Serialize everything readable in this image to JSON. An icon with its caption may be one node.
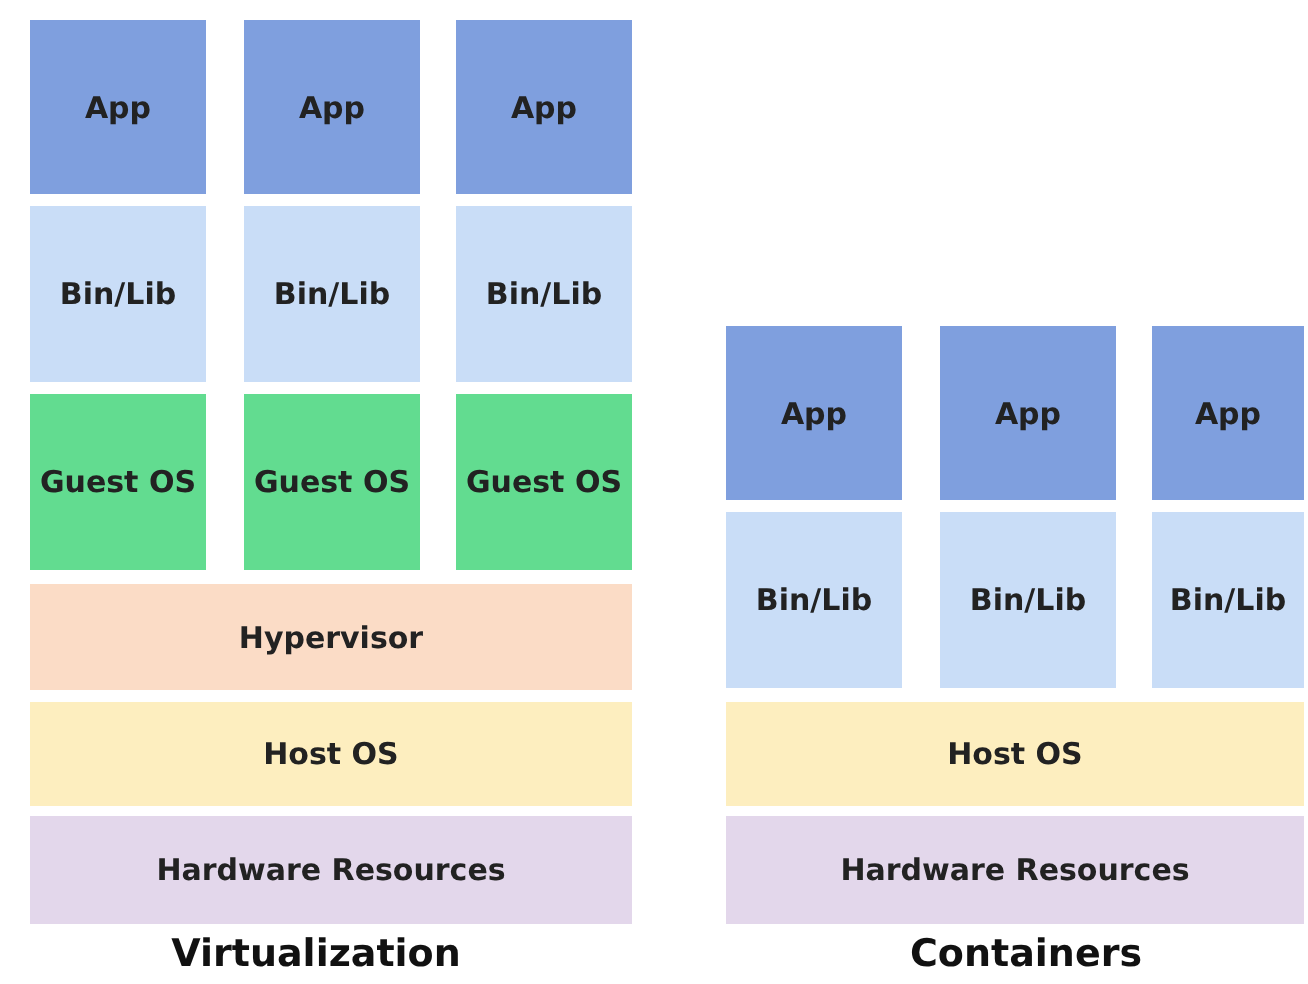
{
  "diagram": {
    "nodes": [
      {
        "text": [
          "App"
        ]
      },
      {
        "text": [
          "App"
        ]
      },
      {
        "text": [
          "App"
        ]
      },
      {
        "text": [
          "Bin/Lib"
        ]
      },
      {
        "text": [
          "Bin/Lib"
        ]
      },
      {
        "text": [
          "Bin/Lib"
        ]
      },
      {
        "text": [
          "Guest OS"
        ]
      },
      {
        "text": [
          "Guest OS"
        ]
      },
      {
        "text": [
          "Guest OS"
        ]
      },
      {
        "text": [
          "Hypervisor"
        ]
      },
      {
        "text": [
          "Host OS"
        ]
      },
      {
        "text": [
          "Hardware Resources"
        ]
      },
      {
        "text": [
          "App"
        ]
      },
      {
        "text": [
          "App"
        ]
      },
      {
        "text": [
          "App"
        ]
      },
      {
        "text": [
          "Bin/Lib"
        ]
      },
      {
        "text": [
          "Bin/Lib"
        ]
      },
      {
        "text": [
          "Bin/Lib"
        ]
      },
      {
        "text": [
          "Host OS"
        ]
      },
      {
        "text": [
          "Hardware Resources"
        ]
      }
    ],
    "labels": [
      "Virtualization",
      "Containers"
    ]
  }
}
